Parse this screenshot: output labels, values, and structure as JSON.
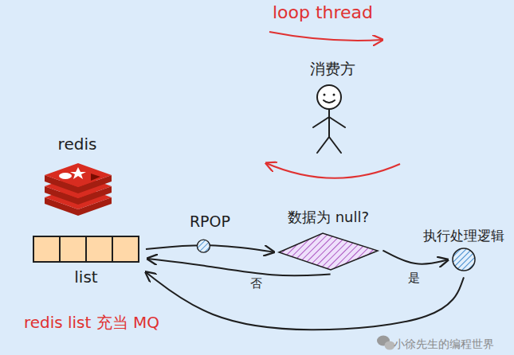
{
  "diagram": {
    "nodes": [
      {
        "text": [
          "list"
        ]
      },
      {
        "text": [
          "数据为 null?"
        ]
      },
      {
        "text": [
          "执行处理逻辑"
        ]
      }
    ],
    "edges": [
      {
        "from": 0,
        "to": 1,
        "arrow": "to",
        "label": "RPOP"
      },
      {
        "from": 1,
        "to": 2,
        "arrow": "to",
        "label": "是"
      },
      {
        "from": 1,
        "to": 0,
        "arrow": "to",
        "label": "否"
      },
      {
        "from": 2,
        "to": 0,
        "arrow": "to"
      }
    ],
    "labels": [
      "loop thread",
      "消费方",
      "redis",
      "redis list 充当 MQ",
      "小徐先生的编程世界"
    ]
  }
}
